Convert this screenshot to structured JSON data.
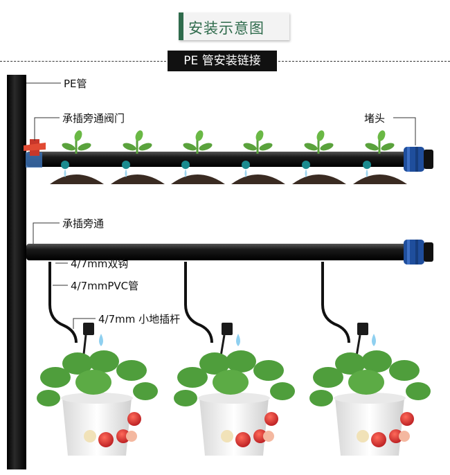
{
  "title": "安装示意图",
  "subtitle": "PE 管安装链接",
  "labels": {
    "pe_pipe": "PE管",
    "bypass_valve": "承插旁通阀门",
    "end_plug": "堵头",
    "bypass": "承插旁通",
    "double_hook": "4/7mm双钩",
    "pvc_pipe": "4/7mmPVC管",
    "ground_stake": "4/7mm 小地插杆"
  },
  "colors": {
    "title_green": "#2f6b4c",
    "pipe": "#111111",
    "valve_red": "#d9432c",
    "plug_blue": "#1f4e9c",
    "emitter_teal": "#1a8a8e",
    "soil": "#3a2b22",
    "leaf": "#4f9e3c",
    "strawberry": "#d8262b"
  }
}
